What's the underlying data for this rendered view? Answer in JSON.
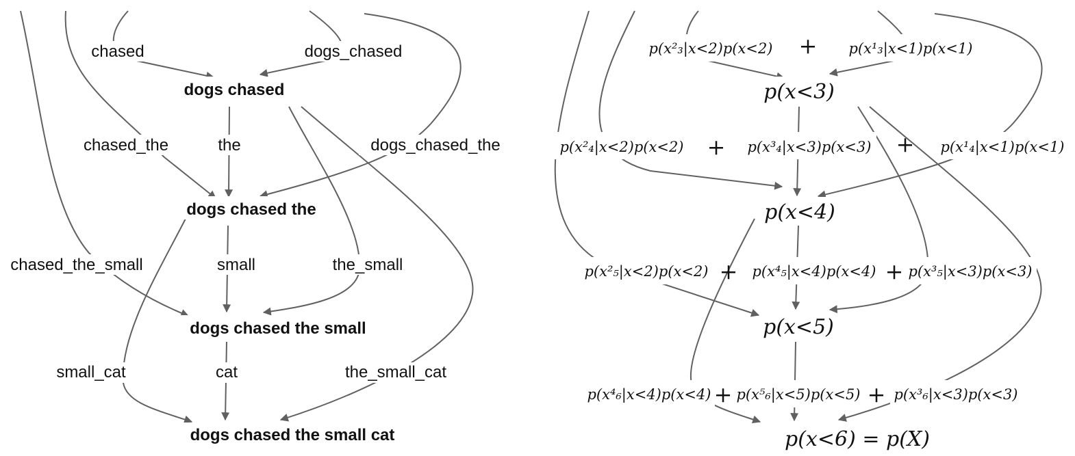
{
  "left": {
    "nodes": [
      "dogs chased",
      "dogs chased the",
      "dogs chased the small",
      "dogs chased the small cat"
    ],
    "edge_labels": {
      "chased": "chased",
      "dogs_chased": "dogs_chased",
      "chased_the": "chased_the",
      "the": "the",
      "dogs_chased_the": "dogs_chased_the",
      "chased_the_small": "chased_the_small",
      "small": "small",
      "the_small": "the_small",
      "small_cat": "small_cat",
      "cat": "cat",
      "the_small_cat": "the_small_cat"
    }
  },
  "right": {
    "nodes": {
      "n3": "p(x<3)",
      "n4": "p(x<4)",
      "n5": "p(x<5)",
      "n6": "p(x<6) = p(X)"
    },
    "row1": [
      "p(x²₃|x<2)p(x<2)",
      "p(x¹₃|x<1)p(x<1)"
    ],
    "row2": [
      "p(x²₄|x<2)p(x<2)",
      "p(x³₄|x<3)p(x<3)",
      "p(x¹₄|x<1)p(x<1)"
    ],
    "row3": [
      "p(x²₅|x<2)p(x<2)",
      "p(x⁴₅|x<4)p(x<4)",
      "p(x³₅|x<3)p(x<3)"
    ],
    "row4": [
      "p(x⁴₆|x<4)p(x<4)",
      "p(x⁵₆|x<5)p(x<5)",
      "p(x³₆|x<3)p(x<3)"
    ],
    "plus": "+"
  }
}
